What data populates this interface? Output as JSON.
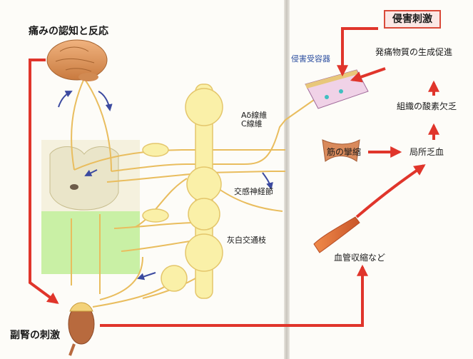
{
  "title_pain": "痛みの認知と反応",
  "label_adrenal": "副腎の刺激",
  "label_nerve_fibers": "Aδ線維\nC線維",
  "label_sympathetic_ganglion": "交感神経節",
  "label_white_ramus": "灰白交通枝",
  "label_nociceptor": "侵害受容器",
  "label_noxious_stimulus": "侵害刺激",
  "label_pain_substances": "発痛物質の生成促進",
  "label_oxygen_deficit": "組織の酸素欠乏",
  "label_local_ischemia": "局所乏血",
  "label_muscle_spasm": "筋の攣縮",
  "label_vasoconstriction": "血管収縮など",
  "colors": {
    "arrow_red": "#e0352b",
    "nerve_line": "#e9bd5e",
    "ganglion_fill": "#faf0a8",
    "grey_matter": "#eae5c9",
    "green_tract": "#c9f0a5",
    "nav_arrow": "#3c4aa0"
  }
}
